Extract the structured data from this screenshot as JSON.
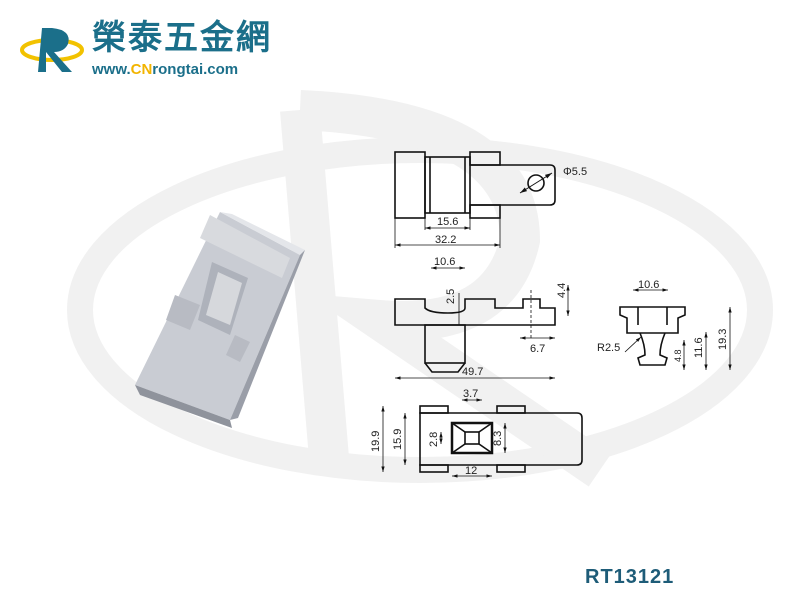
{
  "brand": {
    "name_cn": "榮泰五金網",
    "url_prefix": "www.",
    "url_highlight": "CN",
    "url_suffix": "rongtai.com"
  },
  "product_code": "RT13121",
  "colors": {
    "brand": "#1b6f8a",
    "accent": "#f2b400",
    "code": "#1e5c78"
  },
  "dimensions": {
    "top_view": {
      "hole": "Φ5.5",
      "inner": "15.6",
      "width": "32.2"
    },
    "side_view": {
      "slot": "10.6",
      "depth": "2.5",
      "post_height": "4.4",
      "post_offset": "6.7",
      "length": "49.7"
    },
    "end_view": {
      "top": "10.6",
      "radius": "R2.5",
      "stem": "4.8",
      "mid": "11.6",
      "height": "19.3"
    },
    "bottom_view": {
      "hole_top": "3.7",
      "outer": "19.9",
      "inner": "15.9",
      "small": "2.8",
      "square": "8.3",
      "hole_width": "12"
    }
  }
}
